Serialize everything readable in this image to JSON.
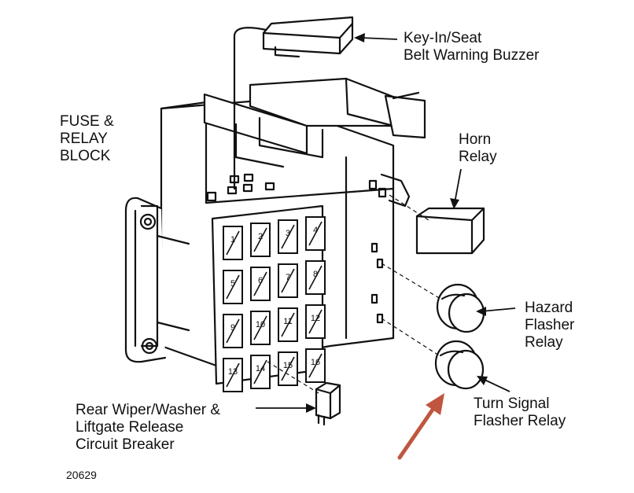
{
  "labels": {
    "fuse_relay_block": "FUSE &\nRELAY\nBLOCK",
    "buzzer": "Key-In/Seat\nBelt Warning Buzzer",
    "horn_relay": "Horn\nRelay",
    "hazard_relay": "Hazard\nFlasher\nRelay",
    "turn_signal_relay": "Turn Signal\nFlasher Relay",
    "circuit_breaker": "Rear Wiper/Washer &\nLiftgate Release\nCircuit Breaker",
    "figure_number": "20629"
  },
  "fuse_numbers": [
    "1",
    "2",
    "3",
    "4",
    "5",
    "6",
    "7",
    "8",
    "9",
    "10",
    "11",
    "12",
    "13",
    "14",
    "15",
    "16"
  ],
  "colors": {
    "line": "#111111",
    "highlight_arrow": "#c0563f",
    "background": "#ffffff"
  }
}
